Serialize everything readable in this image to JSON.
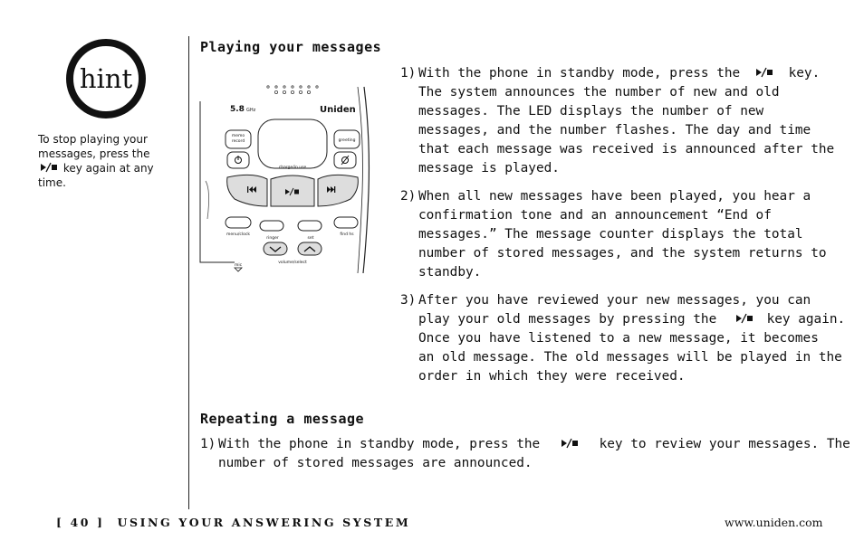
{
  "hint": {
    "badge_text": "hint",
    "note_before": "To stop playing your messages, press the",
    "note_after": "key again at any time.",
    "key_icon": "play-stop-icon"
  },
  "section1": {
    "title": "Playing your messages",
    "items": [
      {
        "number": "1)",
        "lines": [
          "With the phone in standby mode, press the",
          "key.",
          "The system announces the number of new and old",
          "messages. The LED displays the number of new",
          "messages, and the number flashes. The day and time",
          "that each message was received is announced after the",
          "message is played."
        ]
      },
      {
        "number": "2)",
        "lines": [
          "When all new messages have been played, you hear a",
          "confirmation tone and an announcement “End of",
          "messages.” The message counter displays the total",
          "number of stored messages, and the system returns to",
          "standby."
        ]
      },
      {
        "number": "3)",
        "lines": [
          "After you have reviewed your new messages, you can",
          "play your old messages by pressing the",
          "key again.",
          "Once you have listened to a new message, it becomes",
          "an old message. The old messages will be played in the",
          "order in which they were received."
        ]
      }
    ]
  },
  "section2": {
    "title": "Repeating a message",
    "items": [
      {
        "number": "1)",
        "lines": [
          "With the phone in standby mode, press the",
          "key to review your messages. The",
          "number of stored messages are announced."
        ]
      }
    ]
  },
  "phone_illustration": {
    "brand": "Uniden",
    "freq_big": "5.8",
    "freq_small": "GHz",
    "labels": {
      "memo": "memo",
      "record": "record",
      "greeting": "greeting",
      "charge": "charge/in use",
      "menu": "menu/clock",
      "ringer": "ringer",
      "set": "set",
      "find": "find hs",
      "volume": "volume/select",
      "mic": "mic"
    }
  },
  "footer": {
    "page": "[ 40 ]",
    "section": "USING YOUR ANSWERING SYSTEM",
    "url": "www.uniden.com"
  }
}
